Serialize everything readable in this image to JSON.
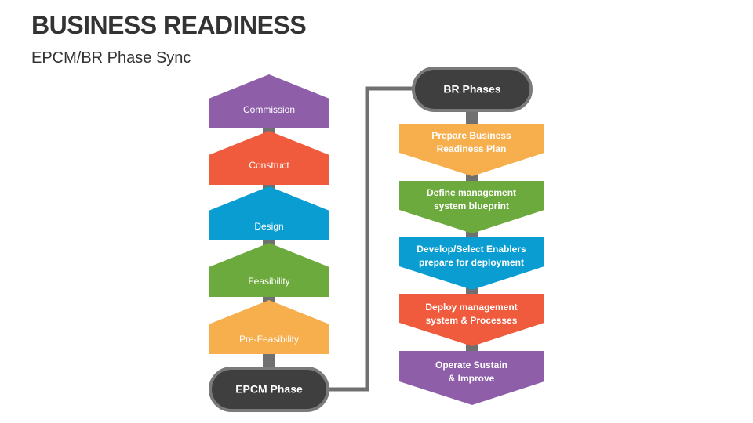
{
  "header": {
    "title": "BUSINESS READINESS",
    "subtitle": "EPCM/BR Phase Sync"
  },
  "epcm": {
    "label": "EPCM Phase",
    "phases": [
      {
        "label": "Commission",
        "color": "#8E5EA9"
      },
      {
        "label": "Construct",
        "color": "#EF5B3C"
      },
      {
        "label": "Design",
        "color": "#0A9DD1"
      },
      {
        "label": "Feasibility",
        "color": "#6DAA3E"
      },
      {
        "label": "Pre-Feasibility",
        "color": "#F7AE4D"
      }
    ]
  },
  "br": {
    "label": "BR Phases",
    "phases": [
      {
        "lines": [
          "Prepare Business",
          "Readiness Plan"
        ],
        "color": "#F7AE4D"
      },
      {
        "lines": [
          "Define management",
          "system blueprint"
        ],
        "color": "#6DAA3E"
      },
      {
        "lines": [
          "Develop/Select Enablers",
          "prepare for deployment"
        ],
        "color": "#0A9DD1"
      },
      {
        "lines": [
          "Deploy management",
          "system & Processes"
        ],
        "color": "#EF5B3C"
      },
      {
        "lines": [
          "Operate Sustain",
          "& Improve"
        ],
        "color": "#8E5EA9"
      }
    ]
  },
  "colors": {
    "connector": "#707070",
    "pill_fill": "#3F3F3F",
    "pill_border": "#7A7A7A"
  }
}
